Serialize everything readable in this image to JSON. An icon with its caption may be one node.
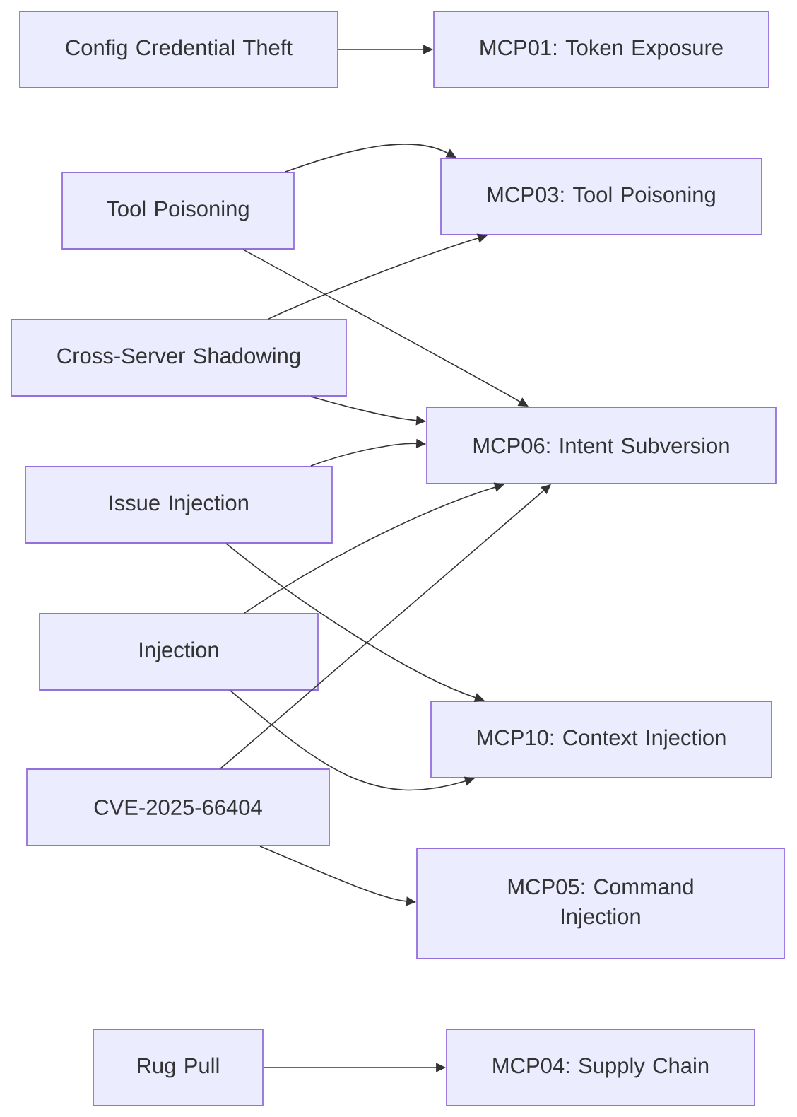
{
  "diagram": {
    "nodes": [
      {
        "text": [
          "Config Credential Theft"
        ]
      },
      {
        "text": [
          "MCP01: Token Exposure"
        ]
      },
      {
        "text": [
          "Tool Poisoning"
        ]
      },
      {
        "text": [
          "MCP03: Tool Poisoning"
        ]
      },
      {
        "text": [
          "Cross-Server Shadowing"
        ]
      },
      {
        "text": [
          "MCP06: Intent Subversion"
        ]
      },
      {
        "text": [
          "Issue Injection"
        ]
      },
      {
        "text": [
          "Injection"
        ]
      },
      {
        "text": [
          "MCP10: Context Injection"
        ]
      },
      {
        "text": [
          "CVE-2025-66404"
        ]
      },
      {
        "text": [
          "MCP05: Command Injection"
        ]
      },
      {
        "text": [
          "Rug Pull"
        ]
      },
      {
        "text": [
          "MCP04: Supply Chain"
        ]
      }
    ],
    "edges": [
      {
        "from": 0,
        "to": 1,
        "arrow": "to"
      },
      {
        "from": 2,
        "to": 3,
        "arrow": "to"
      },
      {
        "from": 2,
        "to": 5,
        "arrow": "to"
      },
      {
        "from": 4,
        "to": 3,
        "arrow": "to"
      },
      {
        "from": 4,
        "to": 5,
        "arrow": "to"
      },
      {
        "from": 6,
        "to": 5,
        "arrow": "to"
      },
      {
        "from": 6,
        "to": 8,
        "arrow": "to"
      },
      {
        "from": 7,
        "to": 5,
        "arrow": "to"
      },
      {
        "from": 7,
        "to": 8,
        "arrow": "to"
      },
      {
        "from": 9,
        "to": 5,
        "arrow": "to"
      },
      {
        "from": 9,
        "to": 10,
        "arrow": "to"
      },
      {
        "from": 11,
        "to": 12,
        "arrow": "to"
      }
    ]
  }
}
